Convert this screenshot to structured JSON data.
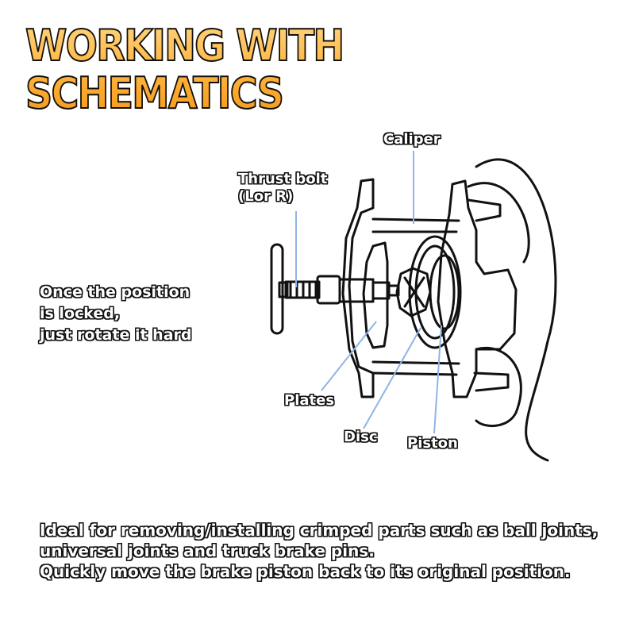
{
  "title": {
    "line1": "WORKING WITH",
    "line2": "SCHEMATICS",
    "fill_color": "#ffb23a",
    "outline_color": "#111111"
  },
  "labels": {
    "caliper": "Caliper",
    "thrust_bolt_line1": "Thrust bolt",
    "thrust_bolt_line2": "(Lor R)",
    "plates": "Plates",
    "disc": "Disc",
    "piston": "Piston"
  },
  "side_note": {
    "line1": "Once the position",
    "line2": "is locked,",
    "line3": "just rotate it hard"
  },
  "footer": {
    "line1": "Ideal for removing/installing crimped parts such as ball joints,",
    "line2": "universal joints and truck brake pins.",
    "line3": "Quickly move the brake piston back to its original position."
  },
  "colors": {
    "leader_line": "#8fb4e6",
    "drawing_ink": "#111111"
  }
}
